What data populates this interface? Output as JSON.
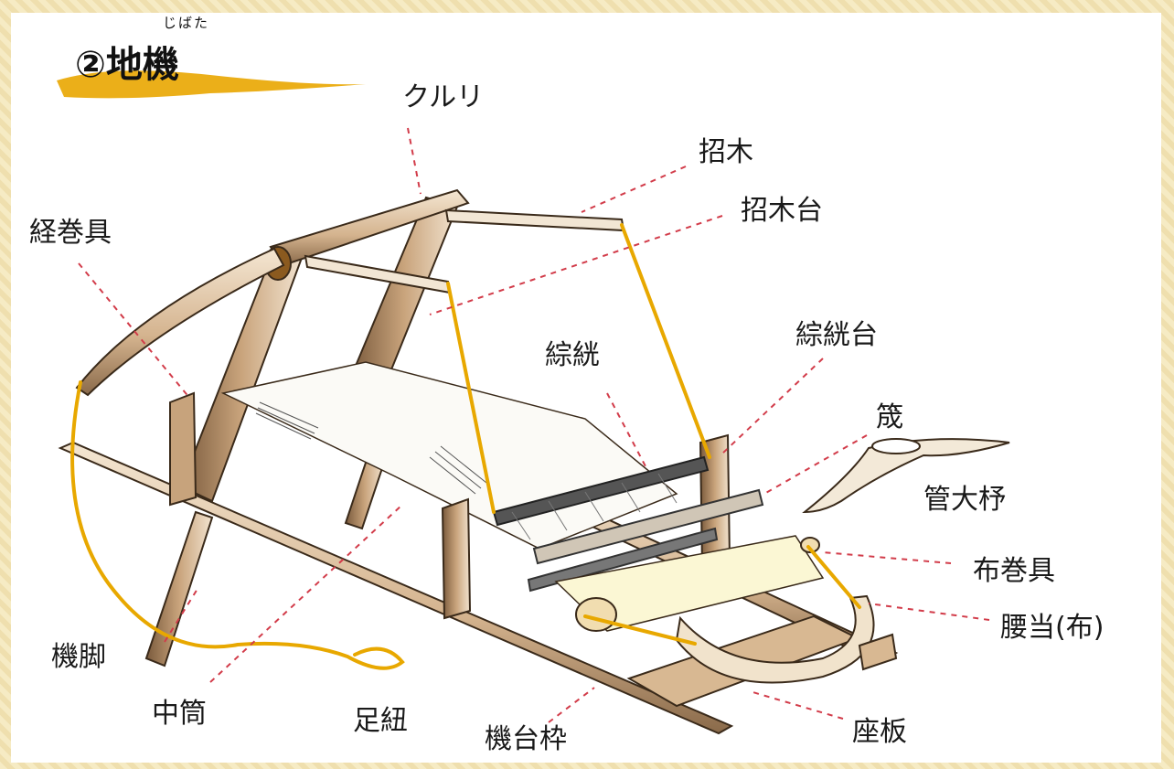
{
  "title": {
    "number": "②",
    "text": "地機",
    "ruby": "じばた"
  },
  "labels": {
    "kururi": "クルリ",
    "manekigi": "招木",
    "manekigidai": "招木台",
    "tatemaki": "経巻具",
    "sougen": "綜絖",
    "sougendai": "綜絖台",
    "osa": "筬",
    "kudaoohi": "管大杼",
    "nunomaki": "布巻具",
    "koshiate": "腰当(布)",
    "hataashi": "機脚",
    "nakazutsu": "中筒",
    "ashigumi": "足紐",
    "hatadaiwaku": "機台枠",
    "zaita": "座板"
  },
  "colors": {
    "wood": "#b8916a",
    "cord": "#e8a800",
    "leader": "#d23c4a",
    "cloth": "#fbf7d4"
  }
}
